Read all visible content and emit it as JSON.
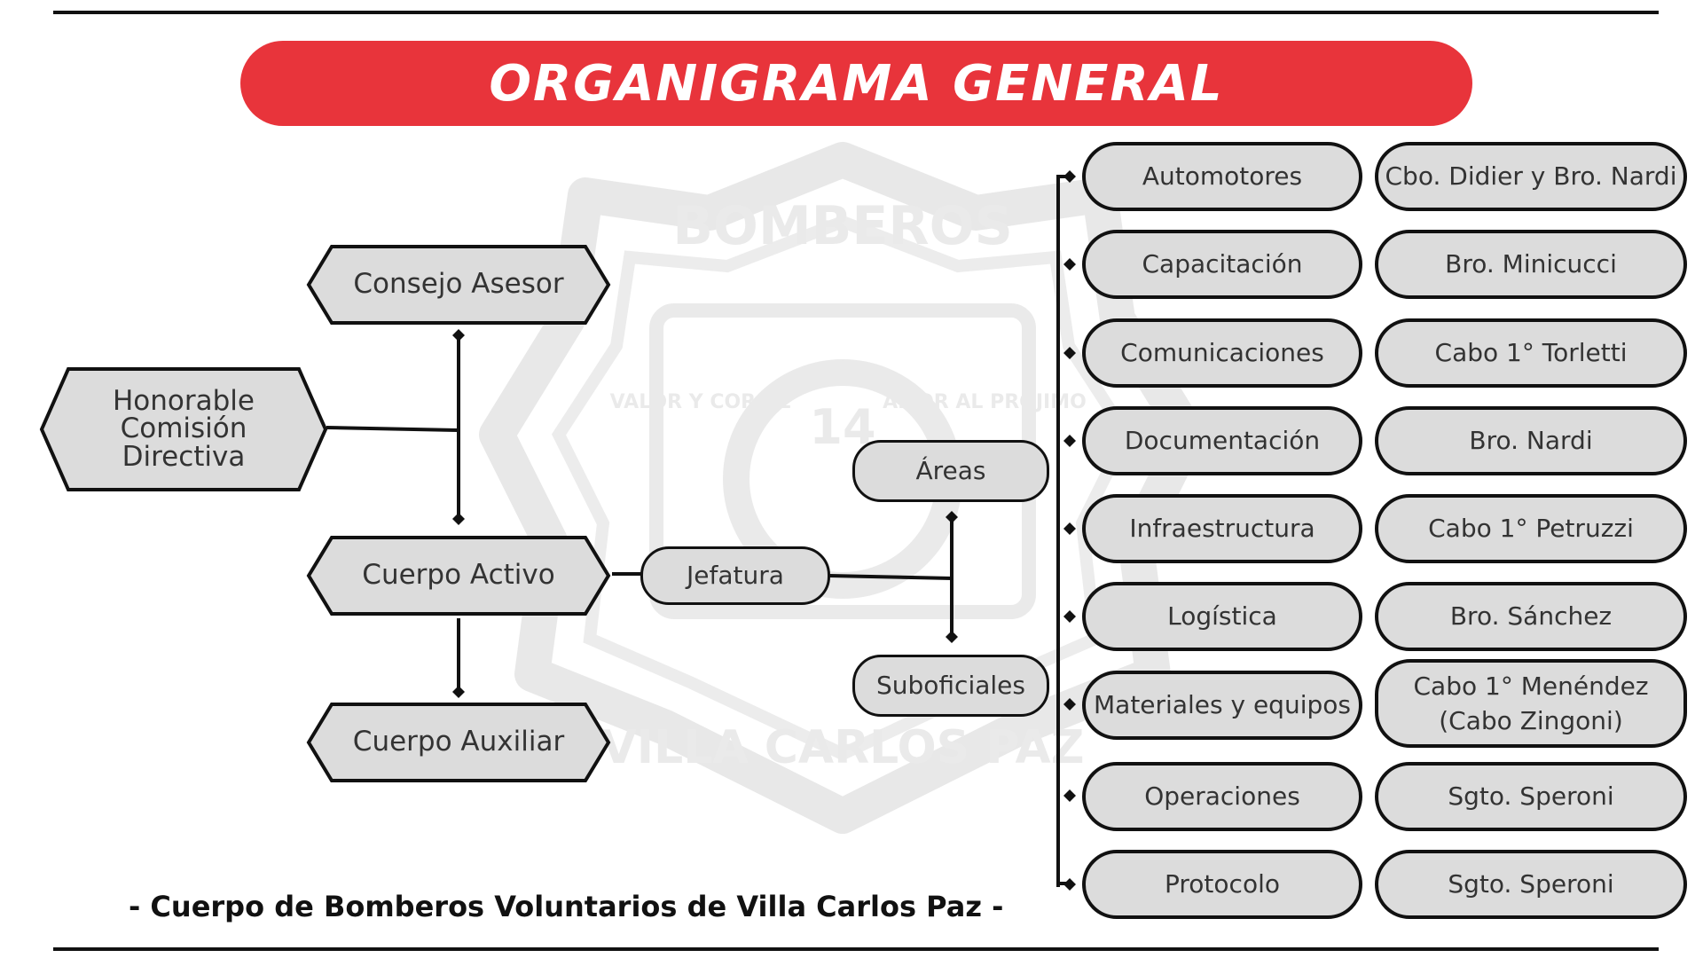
{
  "title": "ORGANIGRAMA GENERAL",
  "colors": {
    "accent": "#e8343b",
    "node_fill": "#dcdcdc",
    "stroke": "#111111"
  },
  "hierarchy": {
    "consejo": "Consejo Asesor",
    "comision": "Honorable\nComisión\nDirectiva",
    "cuerpo_activo": "Cuerpo Activo",
    "cuerpo_auxiliar": "Cuerpo Auxiliar",
    "jefatura": "Jefatura",
    "areas": "Áreas",
    "suboficiales": "Suboficiales"
  },
  "areas": [
    {
      "area": "Automotores",
      "responsable": "Cbo. Didier y Bro. Nardi"
    },
    {
      "area": "Capacitación",
      "responsable": "Bro. Minicucci"
    },
    {
      "area": "Comunicaciones",
      "responsable": "Cabo 1° Torletti"
    },
    {
      "area": "Documentación",
      "responsable": "Bro. Nardi"
    },
    {
      "area": "Infraestructura",
      "responsable": "Cabo 1° Petruzzi"
    },
    {
      "area": "Logística",
      "responsable": "Bro. Sánchez"
    },
    {
      "area": "Materiales y equipos",
      "responsable": "Cabo 1° Menéndez\n(Cabo Zingoni)"
    },
    {
      "area": "Operaciones",
      "responsable": "Sgto. Speroni"
    },
    {
      "area": "Protocolo",
      "responsable": "Sgto. Speroni"
    }
  ],
  "watermark": {
    "top_text": "BOMBEROS",
    "bottom_text": "VILLA CARLOS PAZ",
    "left_motto": "VALOR Y CORAJE",
    "right_motto": "AMOR AL PROJIMO",
    "number": "14"
  },
  "footer": "- Cuerpo de Bomberos Voluntarios de Villa Carlos Paz -"
}
